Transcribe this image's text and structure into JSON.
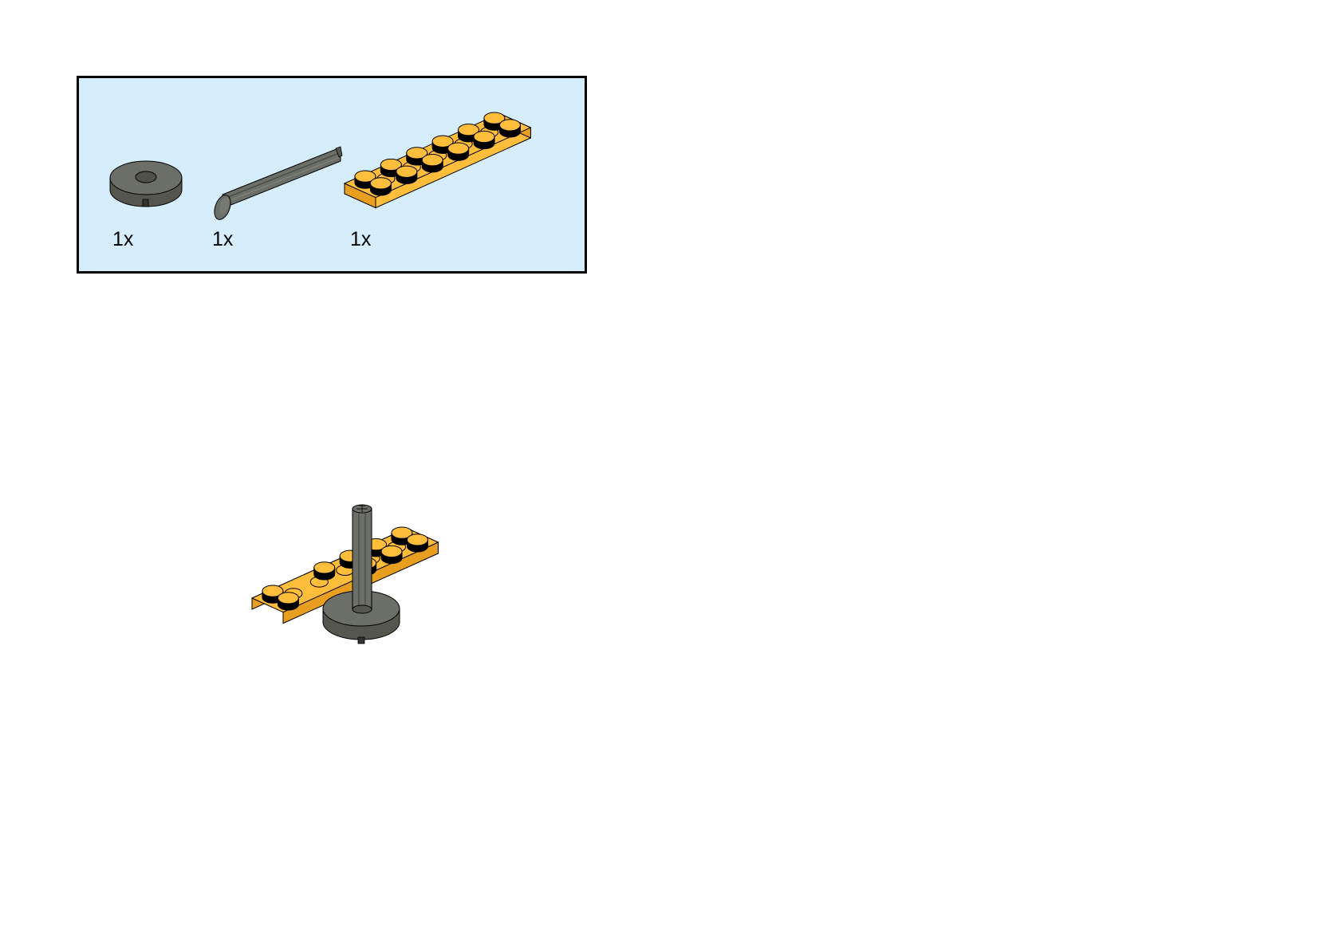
{
  "colors": {
    "panel_background": "#d6eefc",
    "panel_border": "#000000",
    "plate_yellow": "#ffbd3c",
    "plate_yellow_dark": "#e89e1e",
    "part_gray": "#6c6e68",
    "part_gray_dark": "#55574f",
    "outline": "#000000"
  },
  "parts_list": {
    "items": [
      {
        "part": "round-plate-gray",
        "icon": "round-plate-icon",
        "quantity": "1x"
      },
      {
        "part": "axle-pin-gray",
        "icon": "axle-pin-icon",
        "quantity": "1x"
      },
      {
        "part": "plate-2x6-yellow",
        "icon": "yellow-plate-icon",
        "quantity": "1x"
      }
    ]
  },
  "assembly": {
    "icon": "assembled-model-icon"
  }
}
